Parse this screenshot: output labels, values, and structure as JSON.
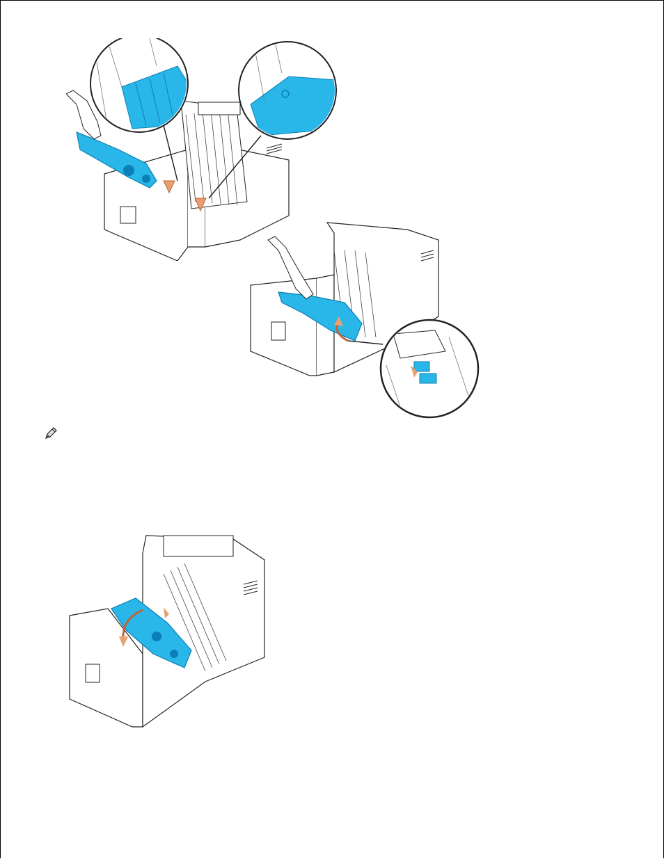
{
  "page": {
    "figures": [
      {
        "name": "install-belt-unit-aligning-guides-figure"
      },
      {
        "name": "secure-belt-unit-lever-figure"
      },
      {
        "name": "close-belt-unit-figure"
      }
    ],
    "note_icon": "pencil-note-icon",
    "colors": {
      "line": "#222222",
      "part": "#29b6e8",
      "part_dark": "#0a7fb5",
      "arrow": "#e8a070"
    }
  }
}
